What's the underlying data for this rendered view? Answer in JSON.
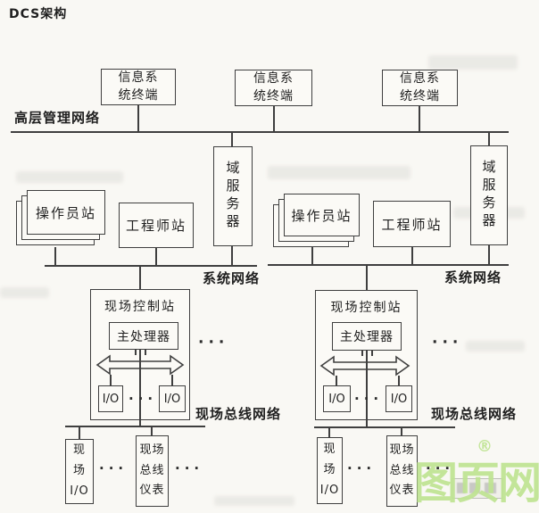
{
  "page": {
    "title": "DCS架构"
  },
  "network_labels": {
    "management": "高层管理网络",
    "system": "系统网络",
    "fieldbus": "现场总线网络"
  },
  "nodes": {
    "info_terminal": {
      "line1": "信息系",
      "line2": "统终端"
    },
    "domain_server": "域服务器",
    "operator_station": "操作员站",
    "engineer_station": "工程师站",
    "field_control_station": "现场控制站",
    "main_processor": "主处理器",
    "io": "I/O",
    "field_io": {
      "line1": "现",
      "line2": "场",
      "line3": "I/O"
    },
    "fieldbus_instrument": {
      "line1": "现场",
      "line2": "总线",
      "line3": "仪表"
    },
    "ellipsis": "···"
  },
  "watermark": {
    "text": "图页网",
    "registered": "®"
  },
  "colors": {
    "line": "#3f3f3f",
    "watermark_green": "#bfe492"
  }
}
